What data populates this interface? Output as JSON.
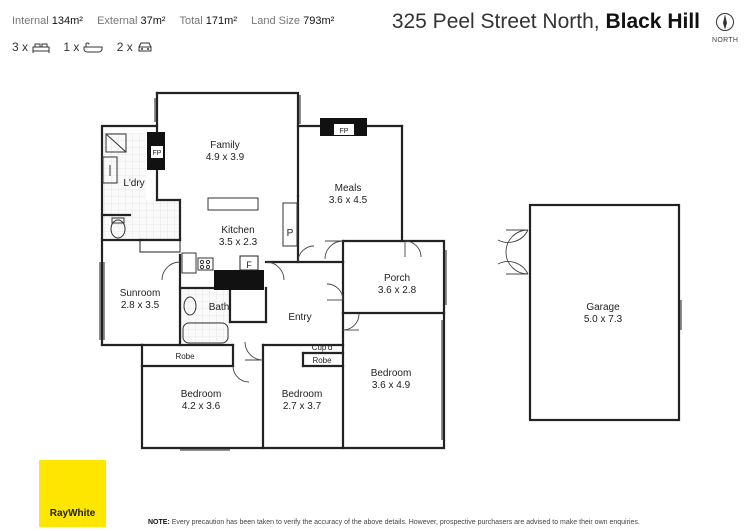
{
  "summary": {
    "internal_label": "Internal",
    "internal_value": "134m²",
    "external_label": "External",
    "external_value": "37m²",
    "total_label": "Total",
    "total_value": "171m²",
    "land_label": "Land Size",
    "land_value": "793m²"
  },
  "counts": {
    "bedrooms": "3 x",
    "bathrooms": "1 x",
    "parking": "2 x"
  },
  "address": {
    "street": "325 Peel Street North,",
    "suburb": "Black Hill"
  },
  "compass": {
    "label": "NORTH"
  },
  "rooms": {
    "family": {
      "name": "Family",
      "dims": "4.9 x 3.9"
    },
    "meals": {
      "name": "Meals",
      "dims": "3.6 x 4.5"
    },
    "ldry": {
      "name": "L'dry"
    },
    "kitchen": {
      "name": "Kitchen",
      "dims": "3.5 x 2.3"
    },
    "sunroom": {
      "name": "Sunroom",
      "dims": "2.8 x 3.5"
    },
    "bath": {
      "name": "Bath"
    },
    "entry": {
      "name": "Entry"
    },
    "porch": {
      "name": "Porch",
      "dims": "3.6 x 2.8"
    },
    "garage": {
      "name": "Garage",
      "dims": "5.0 x 7.3"
    },
    "bedroom1": {
      "name": "Bedroom",
      "dims": "4.2 x 3.6"
    },
    "bedroom2": {
      "name": "Bedroom",
      "dims": "2.7 x 3.7"
    },
    "bedroom3": {
      "name": "Bedroom",
      "dims": "3.6 x 4.9"
    },
    "robe1": "Robe",
    "robe2": "Robe",
    "cupd": "Cup'd",
    "fp1": "FP",
    "fp2": "FP",
    "pantry": "P",
    "fridge": "F"
  },
  "brand": {
    "name": "RayWhite",
    "color": "#ffe600"
  },
  "note": {
    "prefix": "NOTE:",
    "text": "Every precaution has been taken to verify the accuracy of the above details. However, prospective purchasers are advised to make their own enquiries."
  }
}
